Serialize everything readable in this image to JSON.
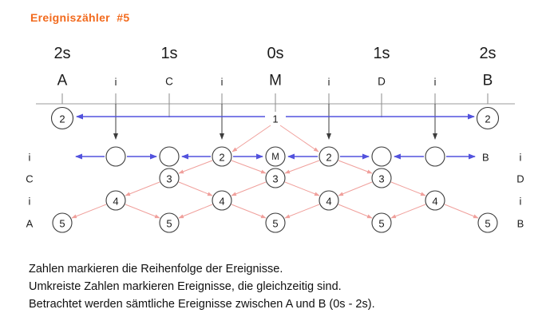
{
  "title": "Ereigniszähler  #5",
  "colors": {
    "title_orange": "#f26a1d",
    "signal_blue": "#5252dd",
    "signal_red": "#f0a09c",
    "axis_gray": "#9b9b9b"
  },
  "timeline": {
    "time_labels": [
      "2s",
      "1s",
      "0s",
      "1s",
      "2s"
    ],
    "station_labels": [
      "A",
      "i",
      "C",
      "i",
      "M",
      "i",
      "D",
      "i",
      "B"
    ],
    "origin_event": "1",
    "left_clock": "2",
    "right_clock": "2"
  },
  "lattice": {
    "row1": {
      "left_margin": "i",
      "right_margin": "i",
      "node3": "2",
      "node4": "M",
      "node5": "2",
      "b_label": "B"
    },
    "row2": {
      "left_margin": "C",
      "right_margin": "D",
      "values": [
        "3",
        "3",
        "3"
      ]
    },
    "row3": {
      "left_margin": "i",
      "right_margin": "i",
      "values": [
        "4",
        "4",
        "4",
        "4"
      ]
    },
    "row4": {
      "left_margin": "A",
      "right_margin": "B",
      "values": [
        "5",
        "5",
        "5",
        "5",
        "5"
      ]
    }
  },
  "notes": [
    "Zahlen markieren die Reihenfolge der Ereignisse.",
    "Umkreiste Zahlen markieren Ereignisse, die gleichzeitig sind.",
    "Betrachtet werden sämtliche Ereignisse zwischen A und B (0s - 2s)."
  ]
}
